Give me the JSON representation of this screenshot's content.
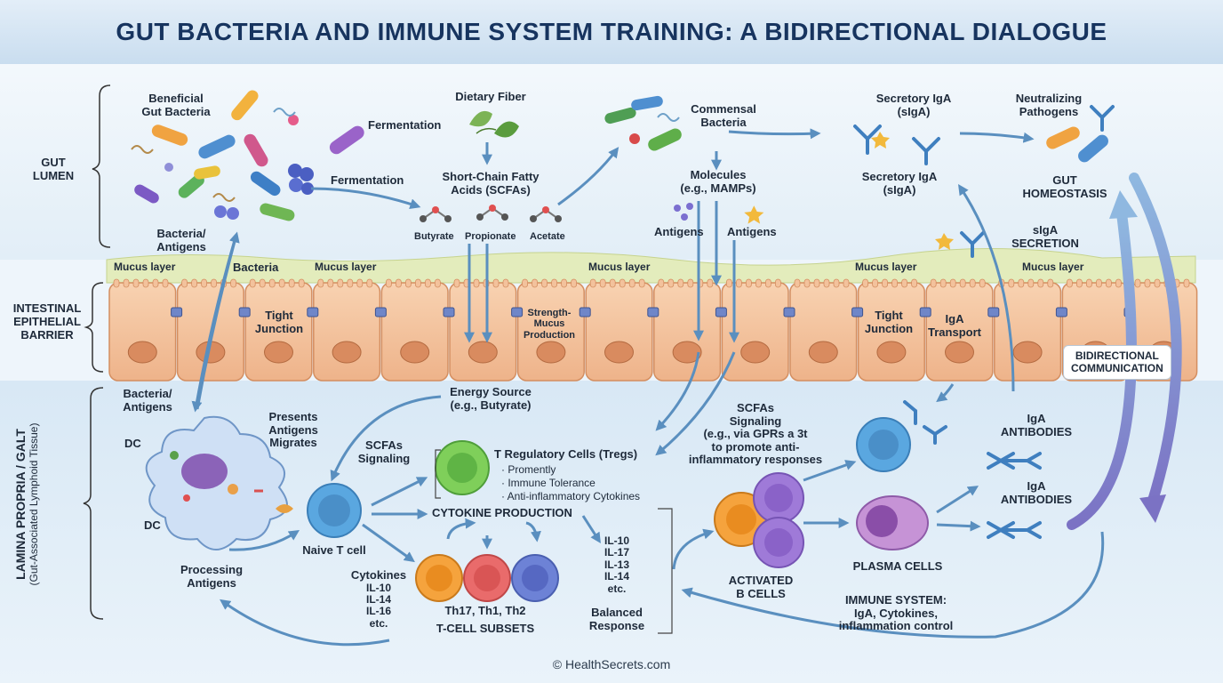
{
  "title": "GUT BACTERIA AND IMMUNE SYSTEM TRAINING: A BIDIRECTIONAL DIALOGUE",
  "zones": {
    "lumen": "GUT\nLUMEN",
    "barrier": "INTESTINAL\nEPITHELIAL\nBARRIER",
    "lamina_title": "LAMINA PROPRIA / GALT",
    "lamina_sub": "(Gut-Associated Lymphoid Tissue)"
  },
  "lumen": {
    "beneficial_bacteria": "Beneficial\nGut Bacteria",
    "dietary_fiber": "Dietary Fiber",
    "fermentation_top": "Fermentation",
    "fermentation_mid": "Fermentation",
    "scfa": "Short-Chain Fatty\nAcids (SCFAs)",
    "butyrate": "Butyrate",
    "propionate": "Propionate",
    "acetate": "Acetate",
    "bacteria_antigens": "Bacteria/\nAntigens",
    "commensal": "Commensal\nBacteria",
    "molecules": "Molecules\n(e.g., MAMPs)",
    "antigens_1": "Antigens",
    "antigens_2": "Antigens",
    "siga_top": "Secretory IgA\n(sIgA)",
    "siga_mid": "Secretory IgA\n(sIgA)",
    "neutralizing": "Neutralizing\nPathogens",
    "gut_homeostasis": "GUT\nHOMEOSTASIS",
    "siga_secretion": "sIgA\nSECRETION"
  },
  "barrier": {
    "mucus_layers": [
      "Mucus layer",
      "Bacteria",
      "Mucus layer",
      "Mucus layer",
      "Mucus layer",
      "Mucus layer"
    ],
    "tight_junction_1": "Tight\nJunction",
    "strength_mucus": "Strength-\nMucus\nProduction",
    "tight_junction_2": "Tight\nJunction",
    "iga_transport": "IgA\nTransport",
    "bidirectional": "BIDIRECTIONAL\nCOMMUNICATION"
  },
  "lamina": {
    "bacteria_antigens": "Bacteria/\nAntigens",
    "dc_top": "DC",
    "dc_bottom": "DC",
    "presents": "Presents\nAntigens\nMigrates",
    "processing": "Processing\nAntigens",
    "energy_source": "Energy Source\n(e.g., Butyrate)",
    "scfas_signaling_left": "SCFAs\nSignaling",
    "naive_t": "Naive T cell",
    "tregs_title": "T Regulatory Cells (Tregs)",
    "tregs_items": [
      "Promently",
      "Immune Tolerance",
      "Anti-inflammatory Cytokines"
    ],
    "cytokine_production": "CYTOKINE PRODUCTION",
    "cytokines_left_title": "Cytokines",
    "cytokines_left": [
      "IL-10",
      "IL-14",
      "IL-16",
      "etc."
    ],
    "cytokines_right": [
      "IL-10",
      "IL-17",
      "IL-13",
      "IL-14",
      "etc."
    ],
    "th_subsets": "Th17, Th1, Th2",
    "t_cell_subsets": "T-CELL SUBSETS",
    "balanced": "Balanced\nResponse",
    "scfas_signaling_right": "SCFAs\nSignaling\n(e.g., via GPRs a 3t\nto promote anti-\ninflammatory responses",
    "activated_b": "ACTIVATED\nB CELLS",
    "plasma": "PLASMA CELLS",
    "iga_antibodies_1": "IgA\nANTIBODIES",
    "iga_antibodies_2": "IgA\nANTIBODIES",
    "immune_system": "IMMUNE SYSTEM:\nIgA, Cytokines,\ninflammation control"
  },
  "footer": "© HealthSecrets.com",
  "colors": {
    "title_bg": "#cfe0f1",
    "arrow": "#8fbfe0",
    "arrow_dark": "#3f6f99",
    "cell": "#f4c49e",
    "cell_nucleus": "#d98b5f",
    "mucus": "#dfe9b8",
    "bidir": "#8b7fc8"
  }
}
